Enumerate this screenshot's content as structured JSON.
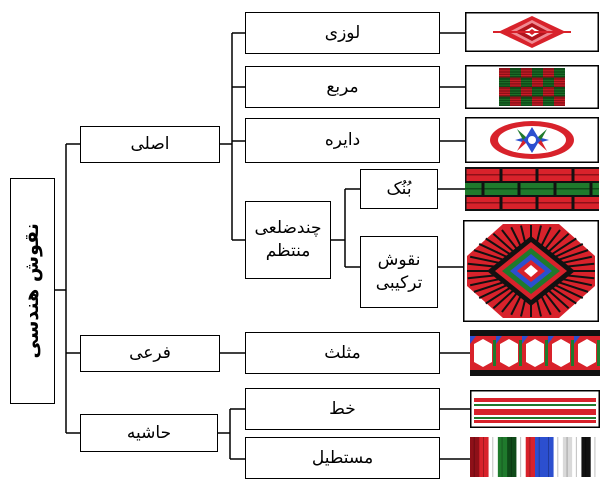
{
  "root": "نقوش هندسی",
  "level1": {
    "main": "اصلی",
    "secondary": "فرعی",
    "border": "حاشیه"
  },
  "level2": {
    "lozenge": "لوزی",
    "square": "مربع",
    "circle": "دایره",
    "polygon": "چندضلعی\nمنتظم",
    "triangle": "مثلث",
    "line": "خط",
    "rectangle": "مستطیل"
  },
  "level3": {
    "bonk": "بُنُک",
    "composite": "نقوش\nترکیبی"
  },
  "colors": {
    "red": "#d8222b",
    "dark_red": "#8e1018",
    "green": "#1f7a2c",
    "dark_green": "#0e4a18",
    "blue": "#2c4fcf",
    "black": "#111111"
  }
}
